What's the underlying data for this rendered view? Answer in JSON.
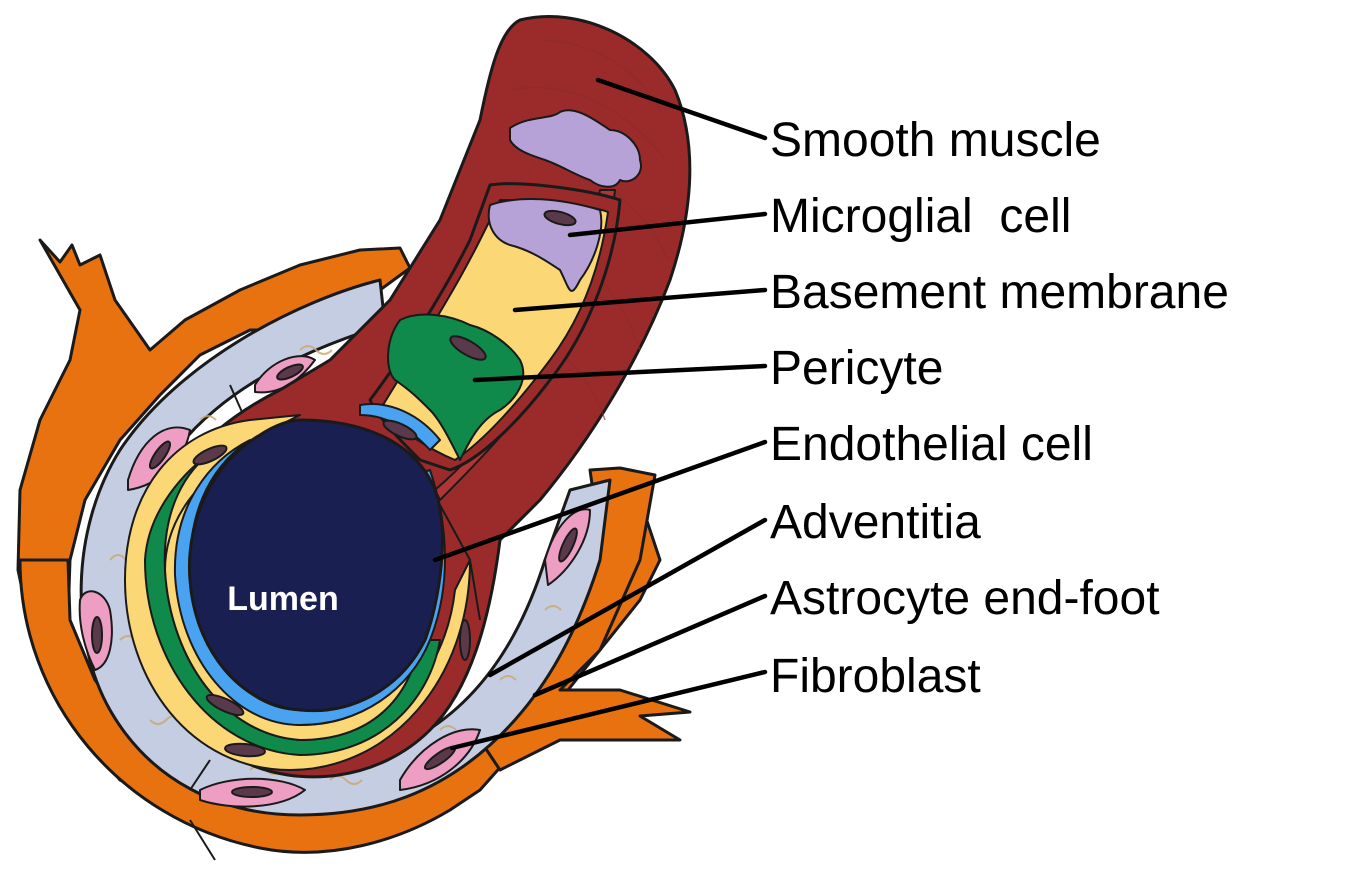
{
  "figure": {
    "center_label": "Lumen",
    "labels": [
      {
        "id": "smooth-muscle",
        "text": "Smooth muscle"
      },
      {
        "id": "microglial-cell",
        "text": "Microglial  cell"
      },
      {
        "id": "basement-membrane",
        "text": "Basement membrane"
      },
      {
        "id": "pericyte",
        "text": "Pericyte"
      },
      {
        "id": "endothelial-cell",
        "text": "Endothelial cell"
      },
      {
        "id": "adventitia",
        "text": "Adventitia"
      },
      {
        "id": "astrocyte-end-foot",
        "text": "Astrocyte end-foot"
      },
      {
        "id": "fibroblast",
        "text": "Fibroblast"
      }
    ]
  },
  "colors": {
    "astrocyte": "#e8720f",
    "adventitia": "#c5cde3",
    "smooth_muscle": "#9b2b2b",
    "basement_membrane": "#fbd775",
    "pericyte": "#0f8a4a",
    "endothelium": "#4aa3f0",
    "lumen": "#1a1f52",
    "microglia": "#b6a2d6",
    "fibroblast": "#ee9ec3",
    "nucleus": "#5a3a4a"
  }
}
